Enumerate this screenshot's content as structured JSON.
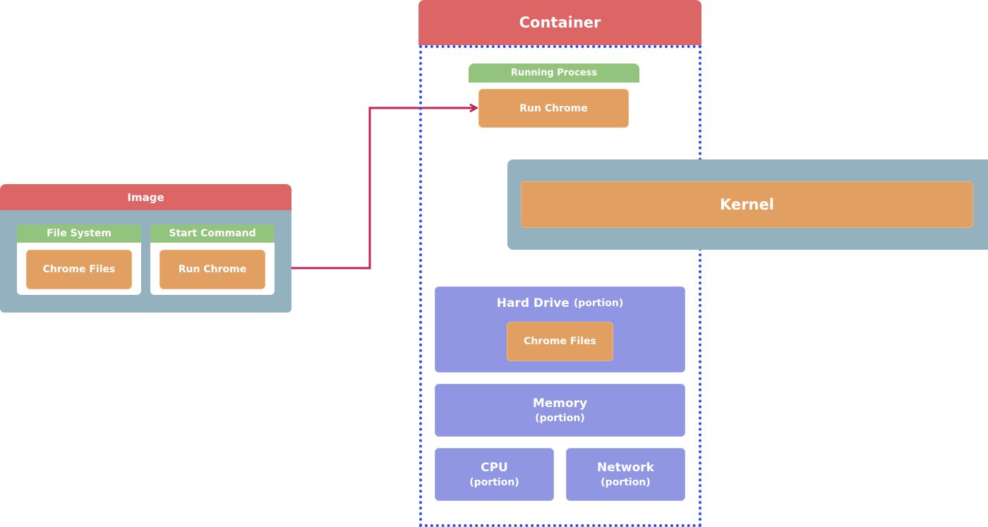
{
  "image": {
    "title": "Image",
    "file_system": {
      "label": "File System",
      "item": "Chrome Files"
    },
    "start_command": {
      "label": "Start Command",
      "item": "Run Chrome"
    }
  },
  "container": {
    "title": "Container",
    "running_process": {
      "label": "Running Process",
      "item": "Run Chrome"
    },
    "kernel": "Kernel",
    "hard_drive": {
      "label": "Hard Drive",
      "sub": "(portion)",
      "item": "Chrome Files"
    },
    "memory": {
      "label": "Memory",
      "sub": "(portion)"
    },
    "cpu": {
      "label": "CPU",
      "sub": "(portion)"
    },
    "network": {
      "label": "Network",
      "sub": "(portion)"
    }
  },
  "colors": {
    "header_red": "#dc6566",
    "panel_slate": "#93b1bf",
    "label_green": "#93c47d",
    "box_orange": "#e1a062",
    "resource_purple": "#9196e2",
    "container_border_blue": "#2b4fe6",
    "arrow_crimson": "#c0245b"
  }
}
